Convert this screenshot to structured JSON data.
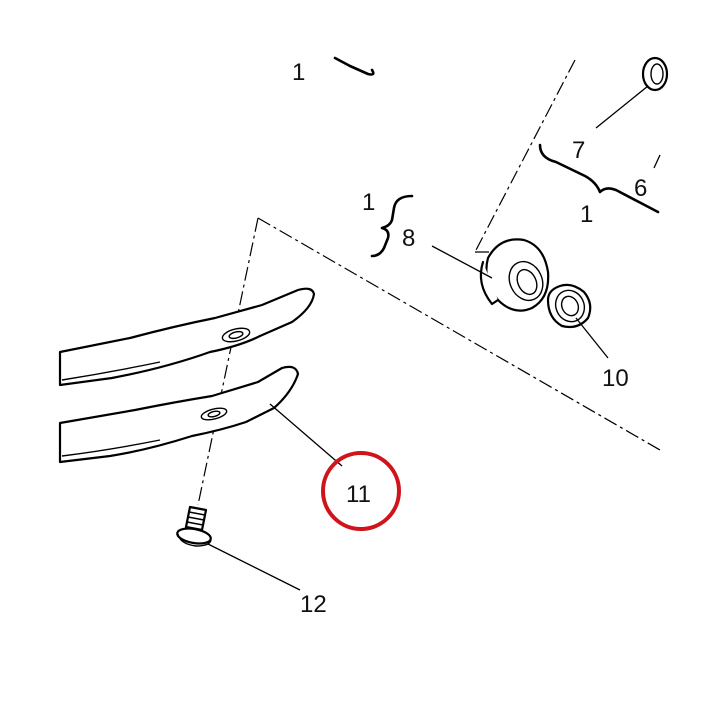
{
  "labels": {
    "top_1": "1",
    "p7": "7",
    "p6": "6",
    "brace_1": "1",
    "left_1": "1",
    "p8": "8",
    "p10": "10",
    "p11": "11",
    "p12": "12"
  },
  "highlight": {
    "part": "11",
    "color": "#d0141c"
  },
  "colors": {
    "line": "#000000",
    "background": "#ffffff"
  }
}
